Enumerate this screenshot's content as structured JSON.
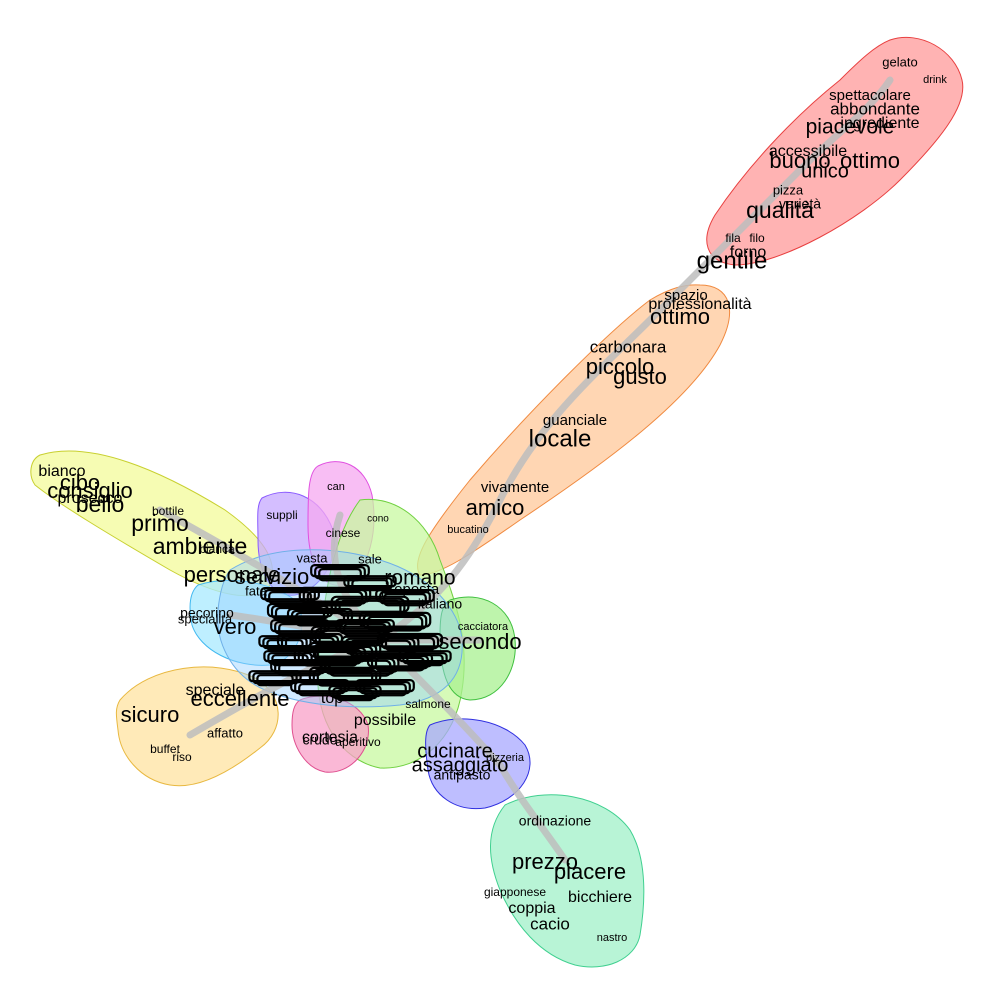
{
  "clusters": [
    {
      "id": "red",
      "color": "#ff9a9a",
      "border": "#e84040"
    },
    {
      "id": "orange",
      "color": "#ffc89a",
      "border": "#f08a40"
    },
    {
      "id": "yellow",
      "color": "#f3fb9a",
      "border": "#c8d030"
    },
    {
      "id": "purple",
      "color": "#c5a8ff",
      "border": "#8a5aff"
    },
    {
      "id": "magenta",
      "color": "#f6a8f0",
      "border": "#e050e0"
    },
    {
      "id": "lime",
      "color": "#c8f8a0",
      "border": "#70d040"
    },
    {
      "id": "cyan",
      "color": "#a8eaff",
      "border": "#40b8f0"
    },
    {
      "id": "gold",
      "color": "#ffe3a0",
      "border": "#e8b840"
    },
    {
      "id": "pink",
      "color": "#f8a0c8",
      "border": "#e05090"
    },
    {
      "id": "green",
      "color": "#a8f090",
      "border": "#40c040"
    },
    {
      "id": "blue",
      "color": "#a8a8ff",
      "border": "#3030e0"
    },
    {
      "id": "mint",
      "color": "#a0f0c8",
      "border": "#40d090"
    }
  ],
  "words": {
    "red": [
      "gelato",
      "drink",
      "spettacolare",
      "abbondante",
      "ingrediente",
      "piacevole",
      "accessibile",
      "pizza",
      "buono",
      "ottimo",
      "unico",
      "varietà",
      "qualità",
      "fila",
      "filo",
      "forno",
      "gentile"
    ],
    "orange": [
      "spazio",
      "professionalità",
      "ottimo",
      "carbonara",
      "piccolo",
      "gusto",
      "guanciale",
      "locale",
      "vivamente",
      "amico",
      "bucatino"
    ],
    "yellow": [
      "bianco",
      "cibo",
      "consiglio",
      "bello",
      "prosecco",
      "bottile",
      "primo",
      "ambiente",
      "bianca",
      "personale",
      "servizio"
    ],
    "purple": [
      "suppli"
    ],
    "magenta": [
      "can",
      "cinese",
      "cono"
    ],
    "lime": [
      "vasta",
      "sale",
      "proposta",
      "romano",
      "italiano",
      "cacciatora",
      "salmone",
      "possibile"
    ],
    "cyan": [
      "pecorino",
      "specialità",
      "fata",
      "vero"
    ],
    "gold": [
      "speciale",
      "sicuro",
      "eccellente",
      "affatto",
      "buffet",
      "riso"
    ],
    "pink": [
      "cortesia",
      "aperitivo",
      "crudo"
    ],
    "green": [
      "secondo",
      "top"
    ],
    "blue": [
      "cucinare",
      "assaggiato",
      "antipasto",
      "pizzeria"
    ],
    "mint": [
      "ordinazione",
      "prezzo",
      "piacere",
      "giapponese",
      "coppia",
      "bicchiere",
      "cacio",
      "nastro"
    ]
  }
}
